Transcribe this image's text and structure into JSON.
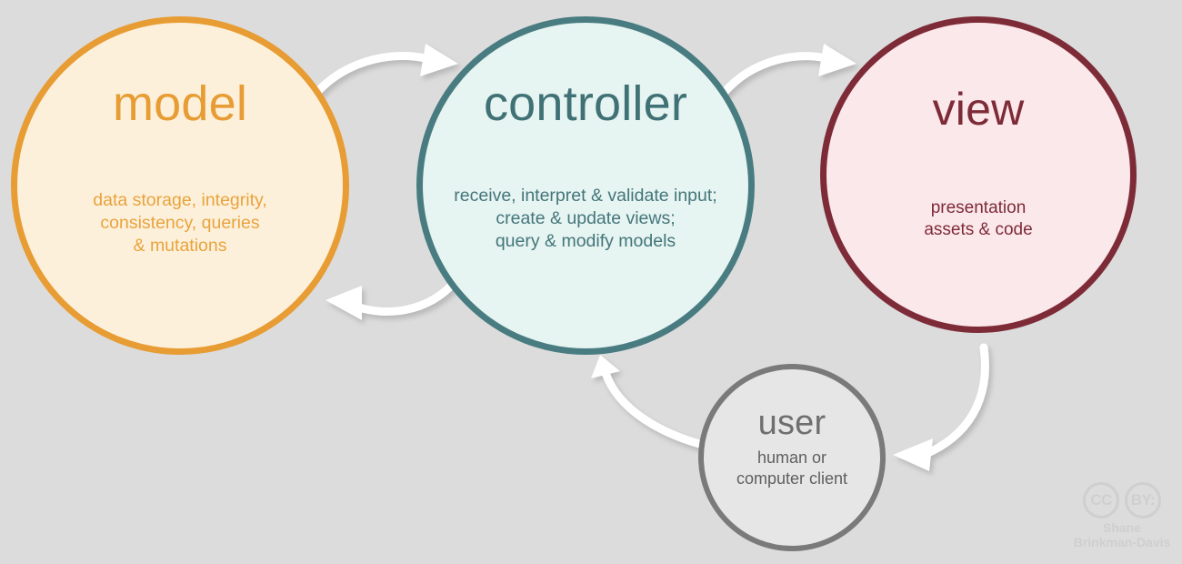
{
  "diagram": {
    "type": "mvc-cycle-diagram",
    "background_color": "#dcdcdc"
  },
  "nodes": {
    "model": {
      "title": "model",
      "description": "data storage, integrity,\nconsistency, queries\n& mutations",
      "border_color": "#e79c34",
      "fill_color": "#fdf0da",
      "text_color": "#e8a33d"
    },
    "controller": {
      "title": "controller",
      "description": "receive, interpret & validate input;\ncreate & update views;\nquery & modify models",
      "border_color": "#487c80",
      "fill_color": "#e6f4f2",
      "text_color": "#3f7175"
    },
    "view": {
      "title": "view",
      "description": "presentation\nassets & code",
      "border_color": "#7e2b38",
      "fill_color": "#fbe8ea",
      "text_color": "#7e2b38"
    },
    "user": {
      "title": "user",
      "description": "human or\ncomputer client",
      "border_color": "#7a7a7a",
      "fill_color": "#e6e6e6",
      "text_color": "#6f6f6f"
    }
  },
  "arrows": [
    {
      "name": "model-to-controller",
      "from": "model",
      "to": "controller",
      "direction": "right",
      "color": "#ffffff"
    },
    {
      "name": "controller-to-model",
      "from": "controller",
      "to": "model",
      "direction": "left",
      "color": "#ffffff"
    },
    {
      "name": "controller-to-view",
      "from": "controller",
      "to": "view",
      "direction": "right",
      "color": "#ffffff"
    },
    {
      "name": "view-to-user",
      "from": "view",
      "to": "user",
      "direction": "down-left",
      "color": "#ffffff"
    },
    {
      "name": "user-to-controller",
      "from": "user",
      "to": "controller",
      "direction": "up-left",
      "color": "#ffffff"
    }
  ],
  "license": {
    "mark_cc": "CC",
    "mark_by": "BY:",
    "author": "Shane\nBrinkman-Davis",
    "color": "#cfcfcf"
  }
}
